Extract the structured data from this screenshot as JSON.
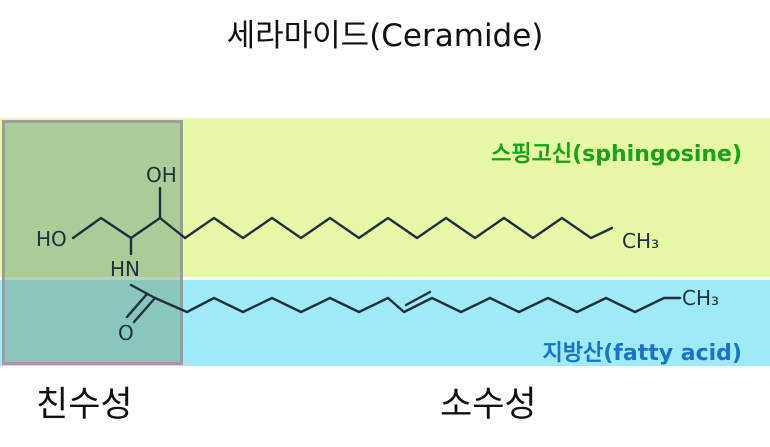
{
  "title": "세라마이드(Ceramide)",
  "labels": {
    "sphingosine": "스핑고신(sphingosine)",
    "fatty_acid": "지방산(fatty acid)",
    "hydrophilic": "친수성",
    "hydrophobic": "소수성"
  },
  "atoms": {
    "ho": "HO",
    "oh": "OH",
    "nh": "HN",
    "o": "O",
    "ch3": "CH₃"
  },
  "colors": {
    "sphingosine_band": "#e7f9a6",
    "fatty_acid_band": "#9eeaf7",
    "hydrophilic_region": "#8cc4a0",
    "sphingosine_text": "#17a317",
    "fatty_acid_text": "#1973c9"
  }
}
